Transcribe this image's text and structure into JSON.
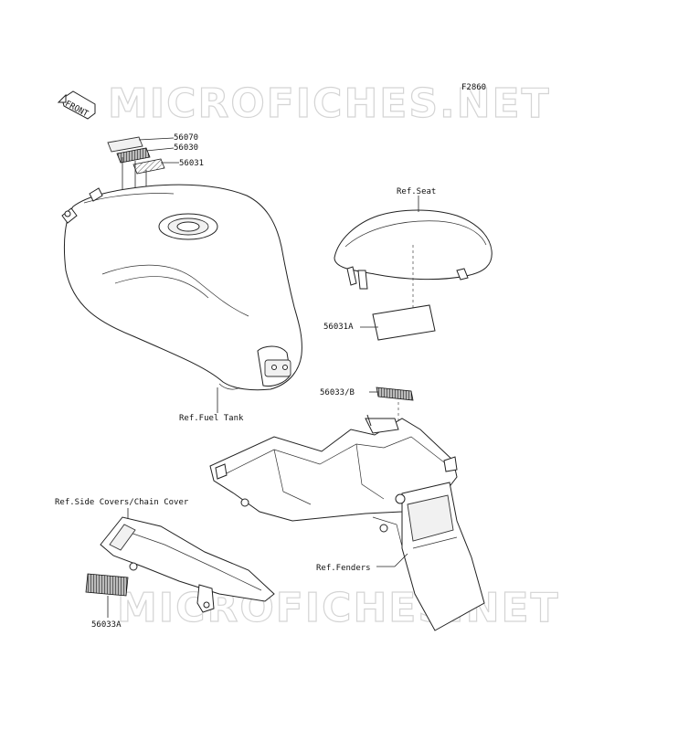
{
  "figure_code": "F2860",
  "watermark": "MICROFICHES.NET",
  "front_label": "FRONT",
  "callouts": {
    "p56070": "56070",
    "p56030": "56030",
    "p56031": "56031",
    "ref_seat": "Ref.Seat",
    "p56031a": "56031A",
    "ref_fuel_tank": "Ref.Fuel Tank",
    "p56033b": "56033/B",
    "ref_side_covers": "Ref.Side Covers/Chain Cover",
    "ref_fenders": "Ref.Fenders",
    "p56033a": "56033A"
  }
}
